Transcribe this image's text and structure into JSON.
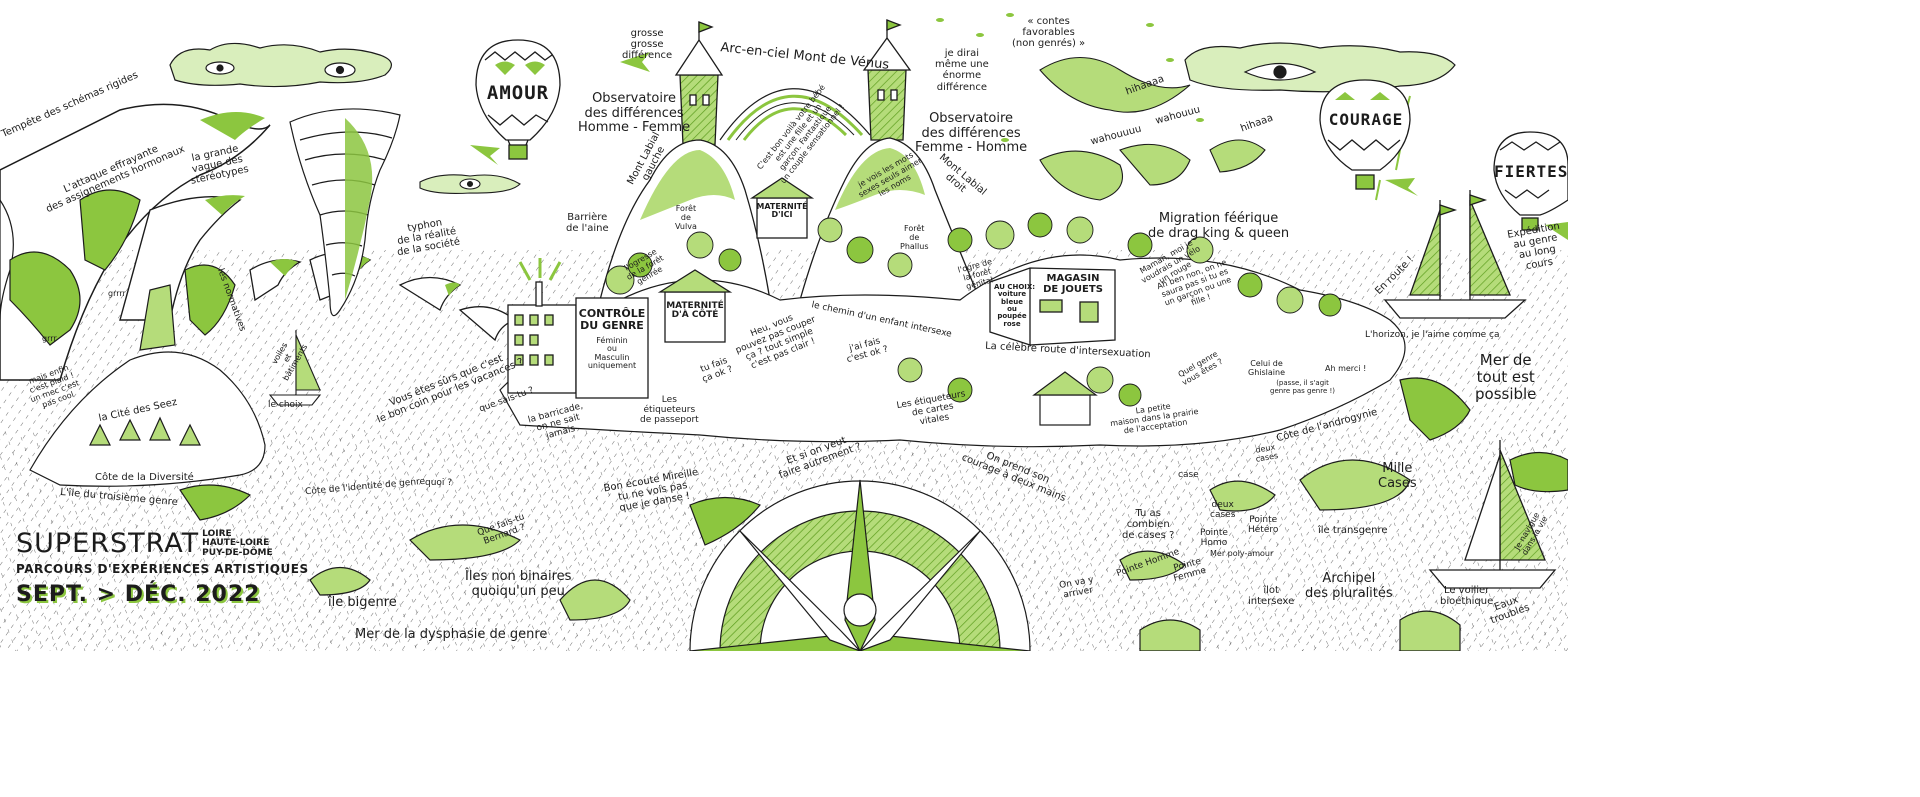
{
  "colors": {
    "ink": "#1c1c1c",
    "accent": "#8cc63f",
    "accent_dark": "#5e9e1f",
    "paper": "#ffffff"
  },
  "brand": {
    "name": "SUPERSTRAT",
    "regions": "LOIRE\nHAUTE-LOIRE\nPUY-DE-DÔME",
    "subtitle": "PARCOURS D'EXPÉRIENCES ARTISTIQUES",
    "dates": "SEPT. > DÉC. 2022"
  },
  "balloons": {
    "amour": "AMOUR",
    "courage": "COURAGE",
    "fiertes": "FIERTES"
  },
  "buildings": {
    "controle": "CONTRÔLE\nDU GENRE",
    "controle_sub": "Féminin\nou\nMasculin\nuniquement",
    "maternite_cote": "MATERNITÉ\nD'À CÔTÉ",
    "maternite_ici": "MATERNITÉ\nD'ICI",
    "magasin": "MAGASIN\nDE JOUETS",
    "magasin_choice": "AU CHOIX:\nvoiture\nbleue\nou\npoupée\nrose"
  },
  "labels": {
    "tempete": "Tempête des schémas rigides",
    "attaque": "L'attaque effrayante\ndes assignements hormonaux",
    "grande_vague": "la grande\nvague des\nstéréotypes",
    "typhon": "typhon\nde la réalité\nde la société",
    "grosse_difference": "grosse\ngrosse\ndifférence",
    "arc_en_ciel": "Arc-en-ciel Mont de Vénus",
    "dirai": "je dirai\nmême une\nénorme\ndifférence",
    "contes": "« contes\nfavorables\n(non genrés) »",
    "hihaaa1": "hihaaaa",
    "obs_hf": "Observatoire\ndes différences\nHomme - Femme",
    "obs_fh": "Observatoire\ndes différences\nFemme - Homme",
    "mont_gauche": "Mont Labial\ngauche",
    "mont_droit": "Mont Labial\ndroit",
    "bebe": "C'est bon voilà votre bébé\nest une fille et un\ngarçon. Fantastique\nun couple sensationnel !",
    "mots_sexes": "je vois les mots\nsexes seuls aimer\nles noms",
    "wahou1": "wahouuuu",
    "wahou2": "wahouuu",
    "hihaaa2": "hihaaa",
    "migration": "Migration féérique\nde drag king & queen",
    "expedition": "Expédition\nau genre\nau long\ncours",
    "en_route": "En route !",
    "barriere": "Barrière\nde l'aine",
    "foret_vulva": "Forêt\nde\nVulva",
    "foret_phallus": "Forêt\nde\nPhallus",
    "ogre": "l'ogre de\nla forêt\ngénital",
    "ogresse": "l'ogresse\nde la forêt\ngenrée",
    "grrr1": "grrrr",
    "grrr2": "grrr",
    "normatives": "les normatives",
    "mais_plaid": "mais enfin\nc'est plaid !\nun mec c'est\npas cool",
    "cite_seez": "la Cité des Seez",
    "cote_diversite": "Côte de la Diversité",
    "ile_troisieme": "L'île du troisième genre",
    "choix": "le choix",
    "voiles": "voiles\net\nbâtiments",
    "vous_etes": "Vous êtes sûrs que c'est\nle bon coin pour les vacances ?",
    "couper": "Heu, vous\npouvez pas couper\nça ? tout simple\nc'est pas clair !",
    "chemin": "le chemin d'un enfant intersexe",
    "celebre_route": "La célèbre route d'intersexuation",
    "maman": "Maman, moi je\nvoudrais un vélo\nun rouge",
    "ah_ben": "Ah ben non, on ne\nsaura pas si tu es\nun garçon ou une\nfille !",
    "horizon": "L'horizon, je l'aime comme ça",
    "mer_possible": "Mer de\ntout est\npossible",
    "quel_genre": "Quel genre\nvous êtes ?",
    "ghislaine": "Celui de\nGhislaine",
    "ah_merci": "Ah merci !",
    "passe": "(passe, il s'agit\ngenre pas genre !)",
    "petite_maison": "La petite\nmaison dans la prairie\nde l'acceptation",
    "cote_androgynie": "Côte de l'androgynie",
    "fais_ok": "tu fais\nça ok ?",
    "jai_fais": "j'ai fais\nc'est ok ?",
    "etiqueteurs_passeport": "Les\nétiqueteurs\nde passeport",
    "etiqueteurs_cartes": "Les étiqueteurs\nde cartes\nvitales",
    "quest_ce": "que sais-tu ?",
    "barricade": "la barricade,\non ne sait\njamais",
    "cote_identite": "Côte de l'identité de genre",
    "quoi": "quoi ?",
    "si_on_veut": "Et si on veut\nfaire autrement ?",
    "mireille": "Bon écoute Mireille\ntu ne vois pas\nque je danse !",
    "que_fais_tu": "Que fais-tu\nBernard ?",
    "ile_bigenre": "île bigenre",
    "iles_non_binaires": "Îles non binaires\nquoiqu'un peu",
    "mer_dysphasie": "Mer de la dysphasie de genre",
    "courage_mains": "On prend son\ncourage à deux mains",
    "case": "case",
    "deux_cases1": "deux\ncases",
    "deux_cases2": "deux\ncases",
    "mille_cases": "Mille\nCases",
    "combien_cases": "Tu as\ncombien\nde cases ?",
    "pointe_homo": "Pointe\nHomo",
    "pointe_hetero": "Pointe\nHétéro",
    "pointe_homme": "Pointe Homme",
    "pointe_femme": "Pointe\nFemme",
    "poly_amour": "Mer poly-amour",
    "on_va_arriver": "On va y\narriver",
    "ilot_intersexe": "îlot\nintersexe",
    "archipel": "Archipel\ndes pluralités",
    "ile_transgenre": "île transgenre",
    "voilier": "Le voilier\nbioéthique",
    "navigue": "Je navigue\ndans la vie",
    "eaux_troubles": "Eaux\ntroubles"
  }
}
